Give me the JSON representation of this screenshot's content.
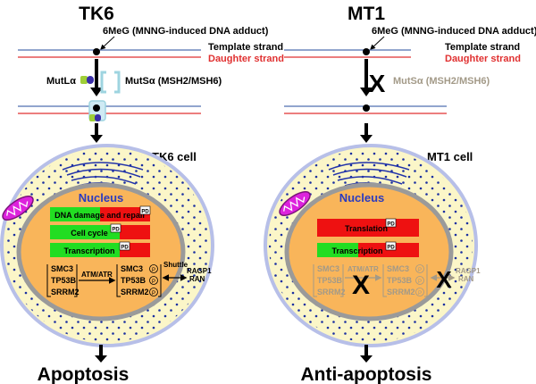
{
  "left": {
    "title": "TK6",
    "adduct": "6MeG (MNNG-induced DNA adduct)",
    "template_label": "Template strand",
    "daughter_label": "Daughter strand",
    "mutl": "MutLα",
    "muts": "MutSα (MSH2/MSH6)",
    "cell_label": "TK6 cell",
    "nucleus": "Nucleus",
    "bars": [
      {
        "label": "DNA damage and repair",
        "pd": "PD",
        "green_fraction": 0.5
      },
      {
        "label": "Cell cycle",
        "pd": "PD",
        "green_fraction": 0.7
      },
      {
        "label": "Transcription",
        "pd": "PD",
        "green_fraction": 0.7
      }
    ],
    "genes_left": [
      "SMC3",
      "TP53B",
      "SRRM2"
    ],
    "genes_right": [
      "SMC3",
      "TP53B",
      "SRRM2"
    ],
    "phospho": "P",
    "kinase": "ATM/ATR",
    "shuttle": "Shuttle",
    "partners": [
      "RAGP1",
      "RAN"
    ],
    "outcome": "Apoptosis"
  },
  "right": {
    "title": "MT1",
    "adduct": "6MeG (MNNG-induced DNA adduct)",
    "template_label": "Template strand",
    "daughter_label": "Daughter strand",
    "muts": "MutSα (MSH2/MSH6)",
    "block_mark": "X",
    "cell_label": "MT1 cell",
    "nucleus": "Nucleus",
    "bars": [
      {
        "label": "Translation",
        "pd": "PD",
        "green_fraction": 0.0
      },
      {
        "label": "Transcription",
        "pd": "PD",
        "green_fraction": 0.4
      }
    ],
    "genes_left": [
      "SMC3",
      "TP53B",
      "SRRM2"
    ],
    "genes_right": [
      "SMC3",
      "TP53B",
      "SRRM2"
    ],
    "phospho": "P",
    "kinase": "ATM/ATR",
    "partners": [
      "RAGP1",
      "RAN"
    ],
    "outcome": "Anti-apoptosis"
  },
  "colors": {
    "template": "#4f6fb0",
    "daughter": "#e03030",
    "cyto": "#fbf6c8",
    "membrane": "#b7bfe8",
    "nucleus_fill": "#f9b55a",
    "nucleus_ring": "#9a9a9a",
    "green": "#22dd22",
    "red": "#ee1111",
    "faded": "#a39a88",
    "nucleus_text": "#2b3bbf"
  }
}
